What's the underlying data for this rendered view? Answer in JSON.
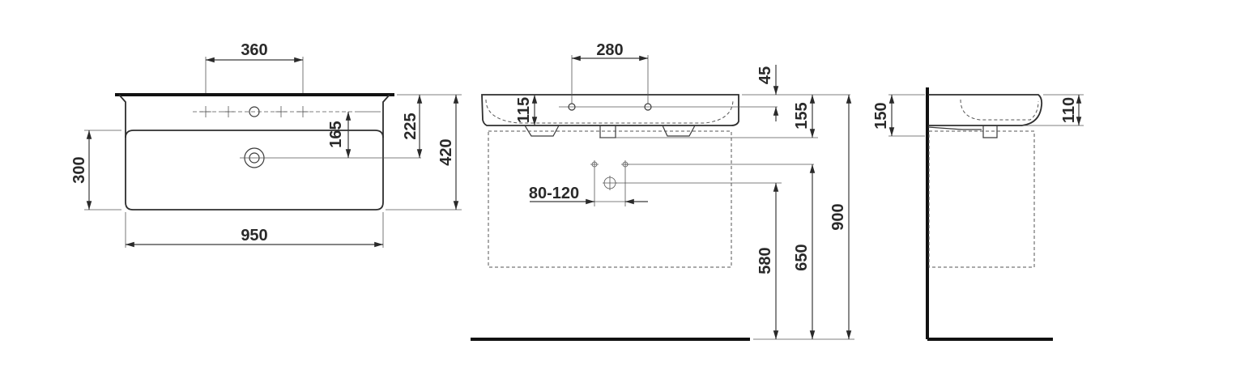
{
  "top_view": {
    "dim_tap_spacing": "360",
    "dim_width": "950",
    "dim_inner_depth": "300",
    "dim_overall_depth": "420",
    "dim_tap_to_drain": "225",
    "dim_drain_offset": "165"
  },
  "front_view": {
    "dim_tap_spacing": "280",
    "dim_rim_height": "45",
    "dim_inner_depth": "115",
    "dim_overall_height": "155",
    "dim_trap_spacing": "80-120",
    "dim_floor_580": "580",
    "dim_floor_650": "650",
    "dim_floor_900": "900"
  },
  "side_view": {
    "dim_basin_height": "150",
    "dim_rim_height": "110"
  }
}
